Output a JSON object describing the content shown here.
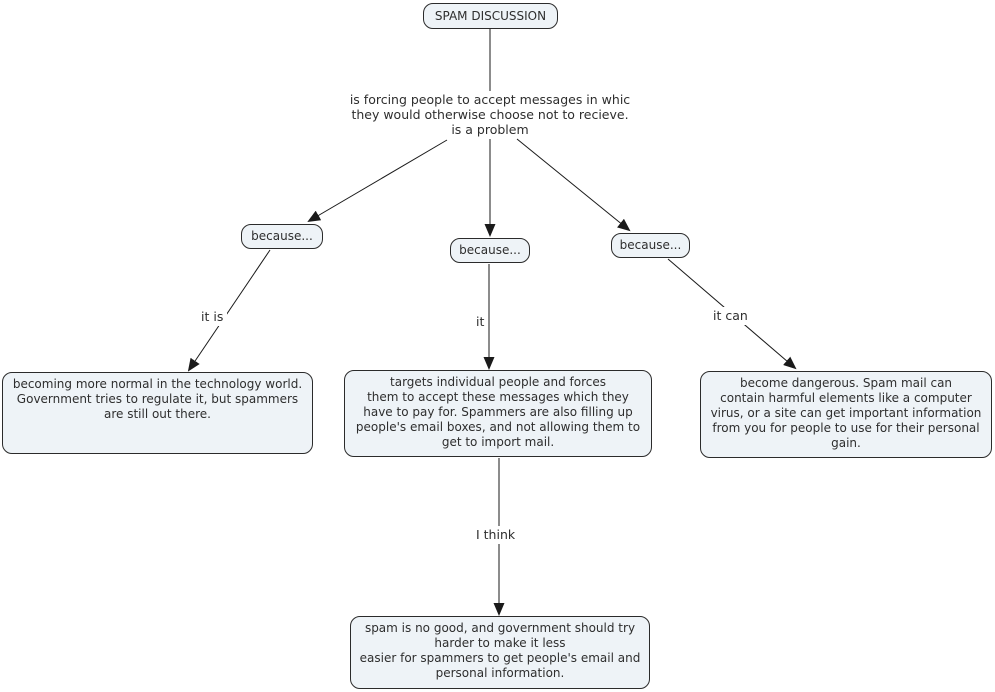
{
  "nodes": {
    "root": {
      "label": "SPAM DISCUSSION"
    },
    "concept_left": {
      "label": "becoming more normal in the technology world.\nGovernment tries to regulate it, but spammers\nare still out there."
    },
    "concept_middle": {
      "label": "targets individual people and forces\nthem to accept these messages which they\nhave to pay for. Spammers are also filling up\npeople's email boxes, and not allowing them to\nget to import mail."
    },
    "concept_right": {
      "label": "become dangerous. Spam mail can\ncontain harmful elements like a computer\nvirus, or a site can get important information\nfrom you for people to use for their personal\ngain."
    },
    "conclusion": {
      "label": "spam is no good, and government should try\nharder to make it less\neasier for spammers to get people's email and\npersonal information."
    }
  },
  "linking_phrases": {
    "problem": {
      "label": "is forcing people to accept messages in whic\nthey would otherwise choose not to recieve.\nis a problem"
    },
    "because_left": {
      "label": "because..."
    },
    "because_middle": {
      "label": "because..."
    },
    "because_right": {
      "label": "because..."
    },
    "it_is": {
      "label": "it is"
    },
    "it": {
      "label": "it"
    },
    "it_can": {
      "label": "it can"
    },
    "i_think": {
      "label": "I think"
    }
  },
  "colors": {
    "node_fill": "#eef3f7",
    "node_border": "#2b2b2b",
    "text": "#2e2e2e",
    "connector": "#1a1a1a",
    "background": "#ffffff"
  }
}
